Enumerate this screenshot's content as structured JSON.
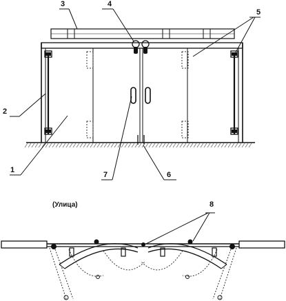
{
  "labels": {
    "n1": "1",
    "n2": "2",
    "n3": "3",
    "n4": "4",
    "n5": "5",
    "n6": "6",
    "n7": "7",
    "n8": "8"
  },
  "plan_caption": "(Улица)"
}
